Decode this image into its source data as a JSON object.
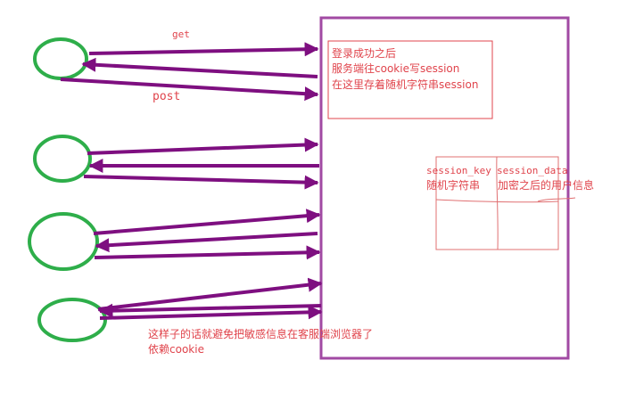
{
  "colors": {
    "client": "#2eae4a",
    "server": "#a14aa3",
    "arrow": "#7e0f80",
    "note": "#e0444c",
    "table": "#e07072"
  },
  "labels": {
    "get": "get",
    "post": "post"
  },
  "server_note": {
    "line1": "登录成功之后",
    "line2": "服务端往cookie写session",
    "line3": "在这里存着随机字符串session"
  },
  "session_table": {
    "key_header": "session_key",
    "data_header": "session_data",
    "key_value": "随机字符串",
    "data_value": "加密之后的用户信息"
  },
  "bottom_note": {
    "line1": "这样子的话就避免把敏感信息在客服端浏览器了",
    "line2": "依赖cookie"
  }
}
